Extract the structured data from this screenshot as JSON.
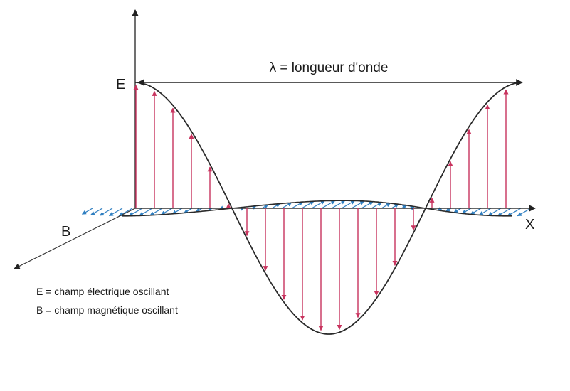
{
  "diagram": {
    "wavelength_label": "λ = longueur d'onde",
    "axis_e": "E",
    "axis_b": "B",
    "axis_x": "X",
    "legend": [
      "E = champ électrique oscillant",
      "B = champ magnétique oscillant"
    ],
    "colors": {
      "electric_field": "#c8335e",
      "magnetic_field": "#2f7fc1",
      "curve": "#2a2a2a",
      "axis": "#333333"
    }
  }
}
